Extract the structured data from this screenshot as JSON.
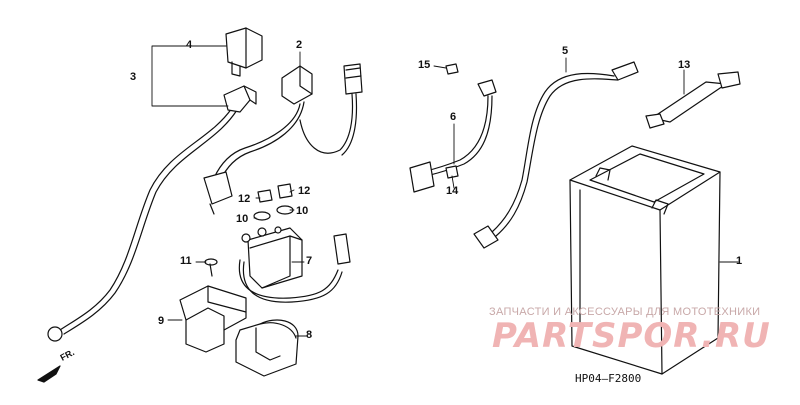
{
  "diagram": {
    "code": "HP04—F2800",
    "front_marker": "FR.",
    "watermark": {
      "line1": "ЗАПЧАСТИ И АКСЕССУАРЫ ДЛЯ МОТОТЕХНИКИ",
      "line2": "PARTSPOR.RU"
    },
    "callouts": [
      "1",
      "2",
      "3",
      "4",
      "5",
      "6",
      "7",
      "8",
      "9",
      "10",
      "10",
      "11",
      "12",
      "12",
      "13",
      "14",
      "15"
    ]
  }
}
